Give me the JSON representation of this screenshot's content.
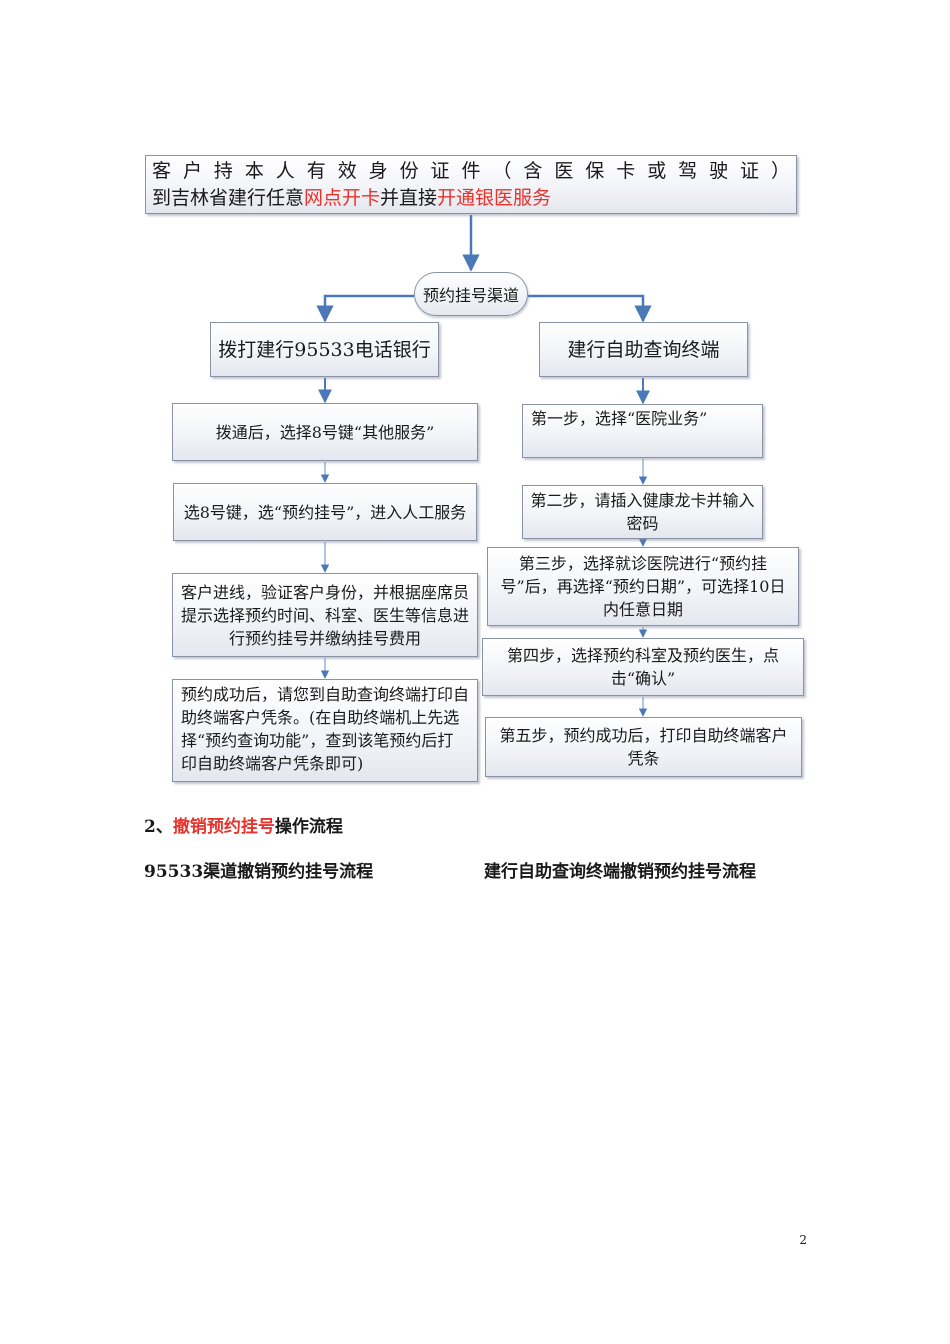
{
  "flowchart": {
    "top_box": {
      "line1": "客户持本人有效身份证件（含医保卡或驾驶证）",
      "line2_part1": "到吉林省建行任意",
      "line2_highlight1": "网点开卡",
      "line2_part2": "并直接",
      "line2_highlight2": "开通银医服务"
    },
    "channel_label": "预约挂号渠道",
    "phone_branch": {
      "title": "拨打建行95533电话银行",
      "steps": [
        "拨通后，选择8号键“其他服务”",
        "选8号键，选“预约挂号”，进入人工服务",
        "客户进线，验证客户身份，并根据座席员提示选择预约时间、科室、医生等信息进行预约挂号并缴纳挂号费用",
        "预约成功后，请您到自助查询终端打印自助终端客户凭条。(在自助终端机上先选择“预约查询功能”，查到该笔预约后打印自助终端客户凭条即可)"
      ]
    },
    "terminal_branch": {
      "title": "建行自助查询终端",
      "steps": [
        "第一步，选择“医院业务”",
        "第二步，请插入健康龙卡并输入密码",
        "第三步，选择就诊医院进行“预约挂号”后，再选择“预约日期”，可选择10日内任意日期",
        "第四步，选择预约科室及预约医生，点击“确认”",
        "第五步，预约成功后，打印自助终端客户凭条"
      ]
    }
  },
  "section": {
    "number": "2、",
    "highlight": "撤销预约挂号",
    "rest": "操作流程"
  },
  "subheadings": {
    "left": "95533渠道撤销预约挂号流程",
    "right": "建行自助查询终端撤销预约挂号流程"
  },
  "colors": {
    "highlight_red": "#e8332c",
    "arrow_blue": "#4a78b8"
  },
  "page_number": "2"
}
